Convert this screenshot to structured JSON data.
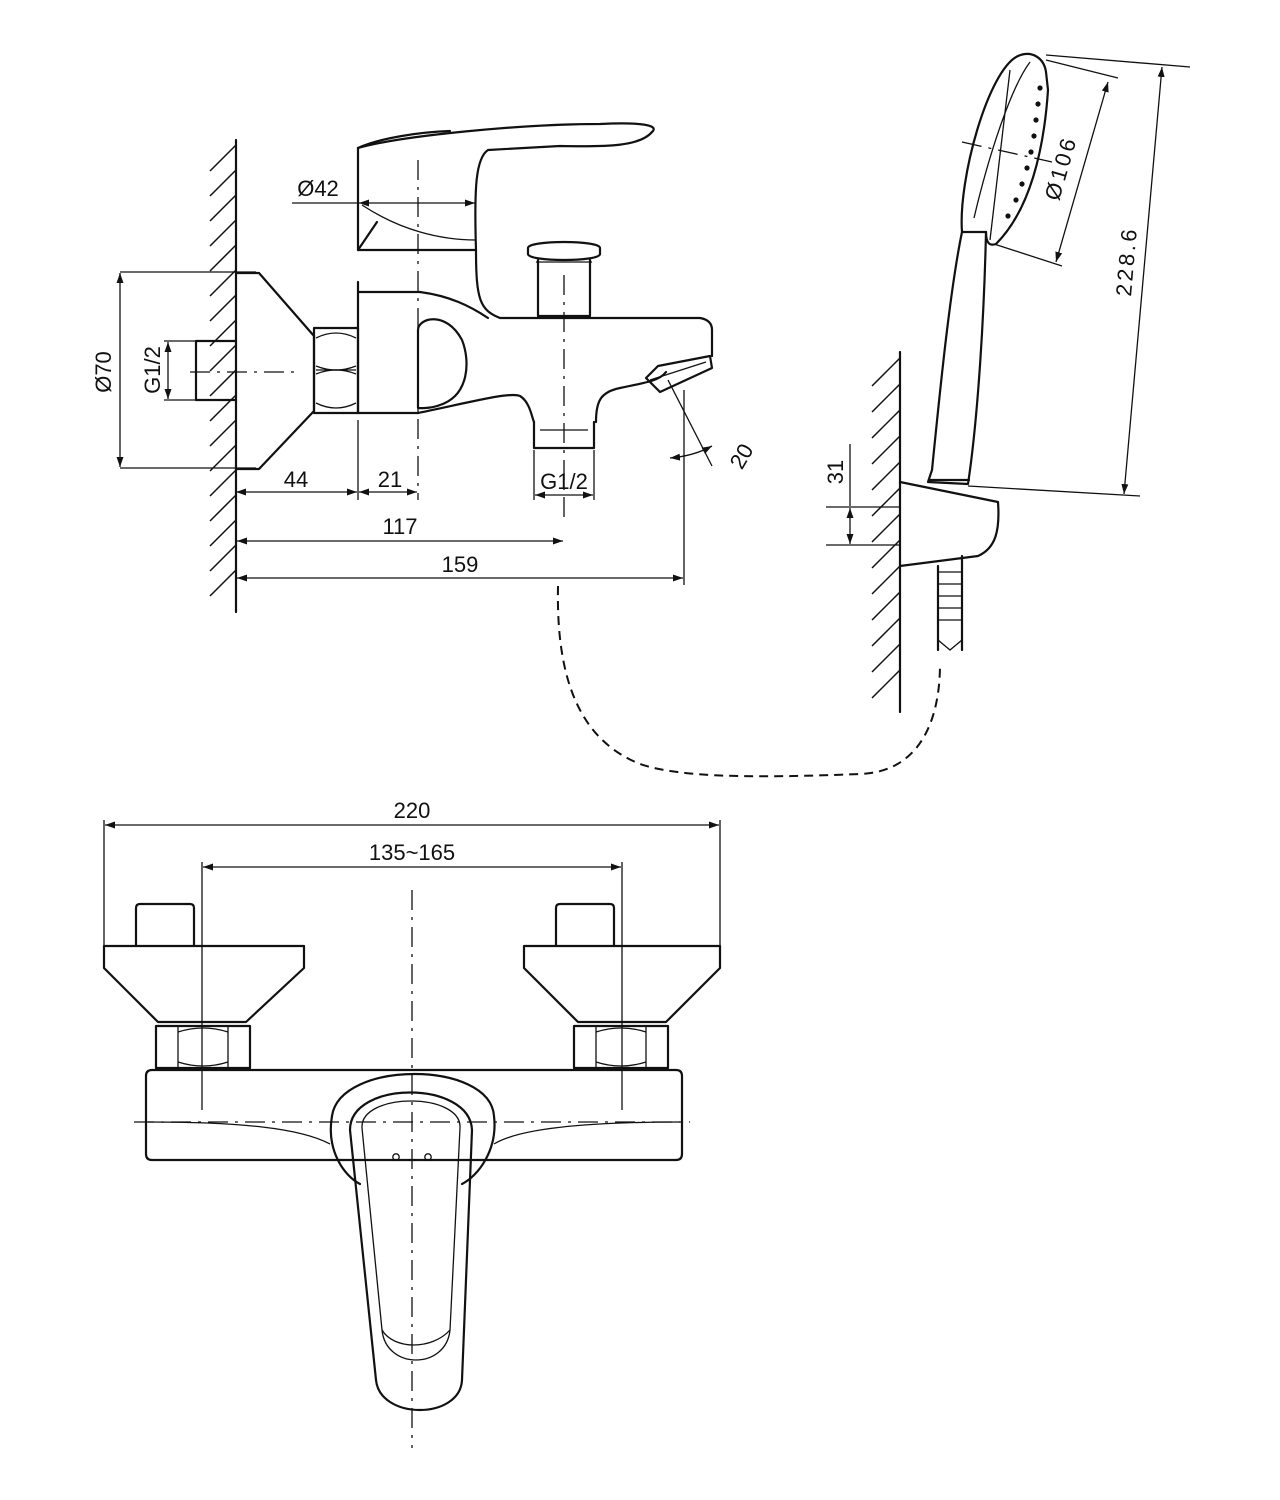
{
  "dimensions": {
    "wall_plate_dia": "Ø70",
    "inlet_thread_left": "G1/2",
    "lever_dia": "Ø42",
    "offset_44": "44",
    "offset_21": "21",
    "outlet_thread": "G1/2",
    "depth_117": "117",
    "depth_159": "159",
    "spout_angle": "20",
    "head_dia": "Ø106",
    "shower_length": "228.6",
    "holder_height": "31",
    "total_width": "220",
    "centres": "135~165"
  },
  "colors": {
    "line": "#111111",
    "background": "#ffffff"
  }
}
